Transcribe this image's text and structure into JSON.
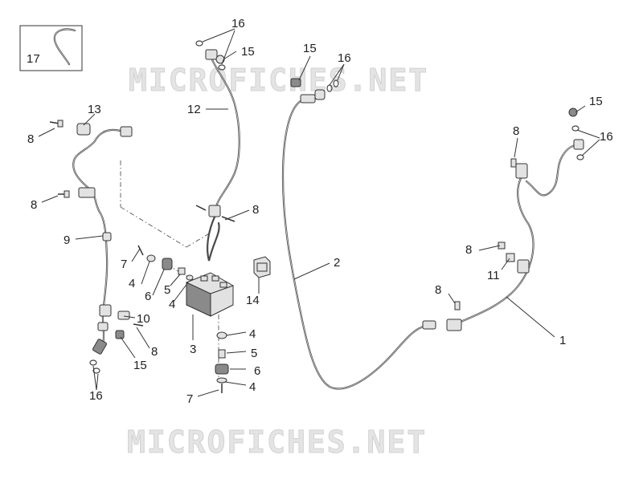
{
  "watermark": "MICROFICHES.NET",
  "labels": {
    "l1": "1",
    "l2": "2",
    "l3": "3",
    "l4a": "4",
    "l4b": "4",
    "l4c": "4",
    "l4d": "4",
    "l5a": "5",
    "l5b": "5",
    "l6a": "6",
    "l6b": "6",
    "l7a": "7",
    "l7b": "7",
    "l8a": "8",
    "l8b": "8",
    "l8c": "8",
    "l8d": "8",
    "l8e": "8",
    "l8f": "8",
    "l8g": "8",
    "l9": "9",
    "l10": "10",
    "l11": "11",
    "l12": "12",
    "l13": "13",
    "l14": "14",
    "l15a": "15",
    "l15b": "15",
    "l15c": "15",
    "l15d": "15",
    "l16a": "16",
    "l16b": "16",
    "l16c": "16",
    "l16d": "16",
    "l17": "17"
  }
}
